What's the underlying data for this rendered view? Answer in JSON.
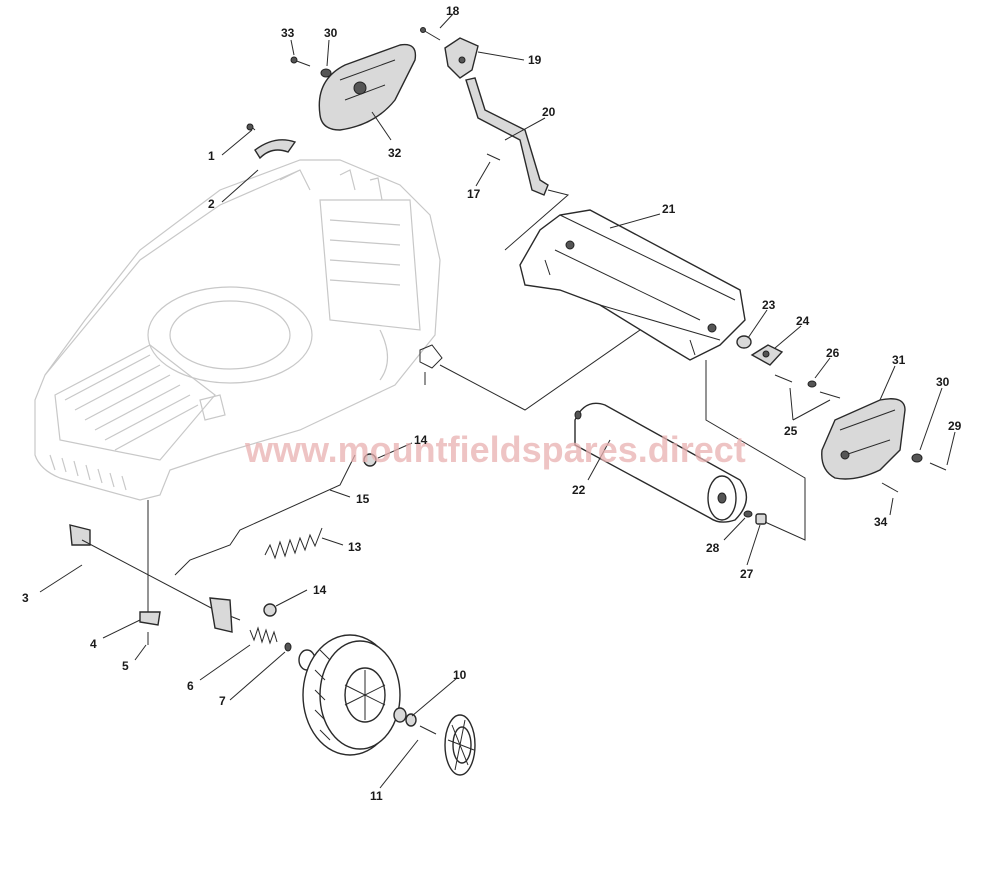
{
  "watermark": "www.mountfieldspares.direct",
  "labels": {
    "l1": "1",
    "l2": "2",
    "l3": "3",
    "l4": "4",
    "l5": "5",
    "l6": "6",
    "l7": "7",
    "l10": "10",
    "l11": "11",
    "l13": "13",
    "l14a": "14",
    "l14b": "14",
    "l15": "15",
    "l17": "17",
    "l18": "18",
    "l19": "19",
    "l20": "20",
    "l21": "21",
    "l22": "22",
    "l23": "23",
    "l24": "24",
    "l25": "25",
    "l26": "26",
    "l27": "27",
    "l28": "28",
    "l29": "29",
    "l30a": "30",
    "l30b": "30",
    "l31": "31",
    "l32": "32",
    "l33": "33",
    "l34": "34"
  }
}
